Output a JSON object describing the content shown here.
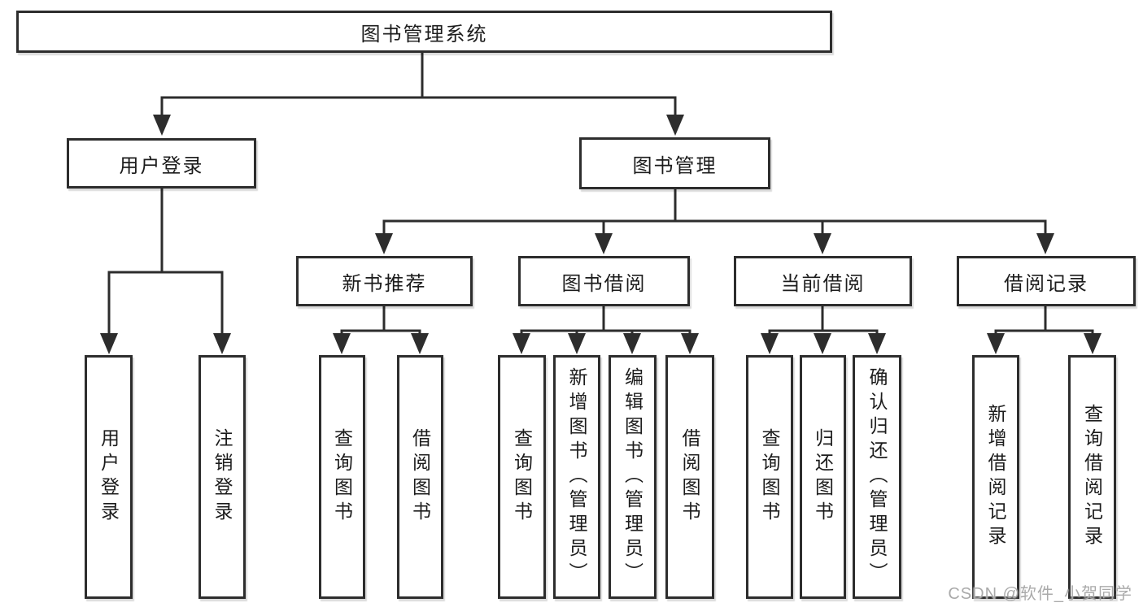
{
  "diagram": {
    "root": {
      "label": "图书管理系统"
    },
    "branches": [
      {
        "label": "用户登录",
        "leaves": [
          {
            "label": "用户登录"
          },
          {
            "label": "注销登录"
          }
        ]
      },
      {
        "label": "图书管理",
        "sections": [
          {
            "label": "新书推荐",
            "leaves": [
              {
                "label": "查询图书"
              },
              {
                "label": "借阅图书"
              }
            ]
          },
          {
            "label": "图书借阅",
            "leaves": [
              {
                "label": "查询图书"
              },
              {
                "label": "新增图书（管理员）"
              },
              {
                "label": "编辑图书（管理员）"
              },
              {
                "label": "借阅图书"
              }
            ]
          },
          {
            "label": "当前借阅",
            "leaves": [
              {
                "label": "查询图书"
              },
              {
                "label": "归还图书"
              },
              {
                "label": "确认归还（管理员）"
              }
            ]
          },
          {
            "label": "借阅记录",
            "leaves": [
              {
                "label": "新增借阅记录"
              },
              {
                "label": "查询借阅记录"
              }
            ]
          }
        ]
      }
    ]
  },
  "watermark": {
    "text": "CSDN @软件_小贺同学"
  },
  "colors": {
    "line": "#2d2d2d",
    "text": "#1c1c1c",
    "background": "#ffffff",
    "watermark": "#a5a5a5"
  }
}
